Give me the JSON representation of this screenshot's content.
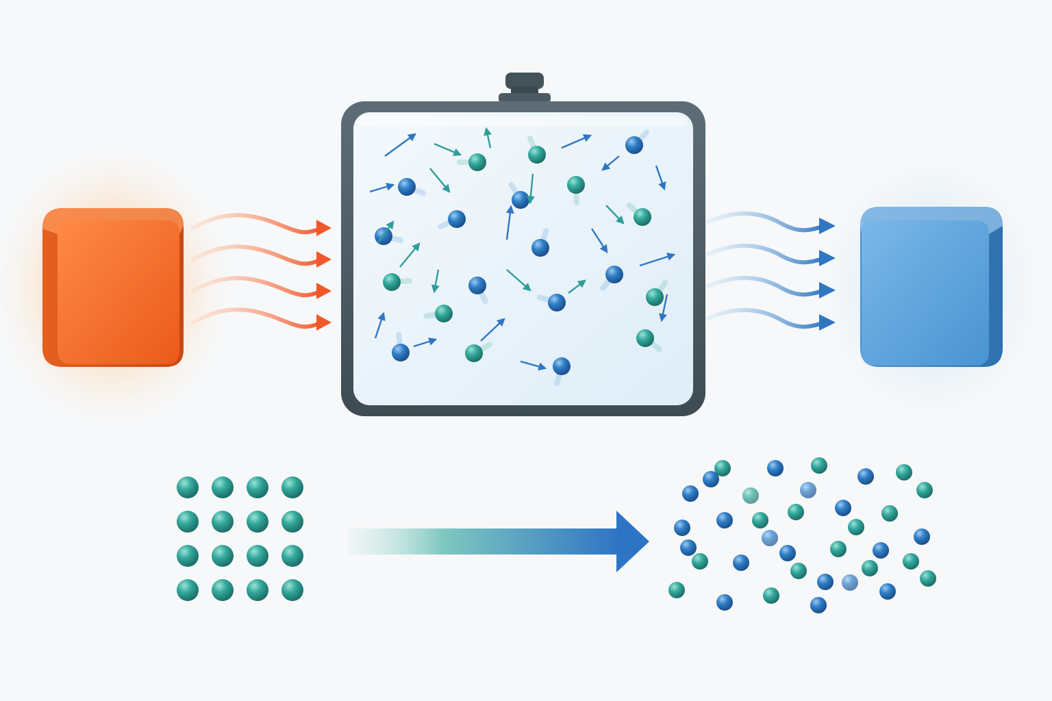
{
  "colors": {
    "background": "#f7f8f9",
    "hot_source": "#f06a2a",
    "hot_source_dark": "#d8551d",
    "hot_glow": "#ffb066",
    "cold_sink": "#4d98d6",
    "cold_sink_dark": "#3a7fbf",
    "cold_glow": "#a9d3f2",
    "container_frame": "#4b5a63",
    "container_glass": "#e9f2f8",
    "particle_teal": "#2fa39a",
    "particle_blue": "#2d7ec5",
    "arrow_teal": "#2f9d9a",
    "arrow_blue": "#2f76c3",
    "transition_start": "#bfe4e0",
    "transition_end": "#2e74c4"
  },
  "icons": {
    "hot_source": "hot-cube-icon",
    "cold_sink": "cold-cube-icon",
    "container": "sealed-gas-container-icon",
    "heat_in": "wavy-heat-arrow-icon",
    "heat_out": "wavy-cooling-arrow-icon",
    "transition": "phase-transition-arrow-icon"
  },
  "diagram": {
    "heat_in_arrow_count": 4,
    "heat_out_arrow_count": 4,
    "container_particle_count": 20,
    "container_loose_arrow_count": 23,
    "ordered_lattice": {
      "rows": 4,
      "columns": 4
    },
    "disordered_particle_count": 36
  }
}
